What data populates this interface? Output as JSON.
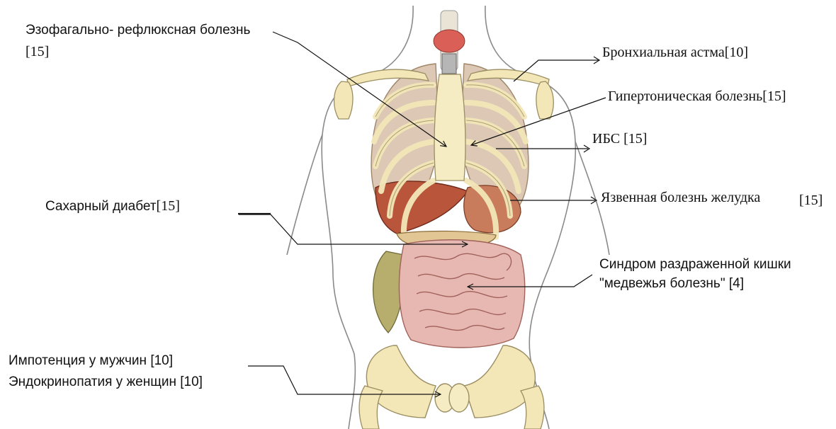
{
  "figure": {
    "labels": {
      "gerd_line1": "Эзофагально- рефлюксная болезнь",
      "gerd_line2": "[15]",
      "asthma": "Бронхиальная астма[10]",
      "hypertension": "Гипертоническая болезнь[15]",
      "ihd": "ИБС [15]",
      "ulcer_main": "Язвенная болезнь желудка",
      "ulcer_ref": "[15]",
      "diabetes_main": "Сахарный диабет",
      "diabetes_ref": "[15]",
      "ibs_line1": "Синдром раздраженной кишки",
      "ibs_line2": "\"медвежья болезнь\" [4]",
      "impotence": "Импотенция у мужчин [10]",
      "endocrinopathy": "Эндокринопатия у женщин [10]"
    },
    "colors": {
      "bone": "#f3e7b8",
      "bone_outline": "#9a8e62",
      "lung": "#dcc8b4",
      "liver": "#b8553a",
      "intestine": "#e7b8b2",
      "intestine_outline": "#a0625a",
      "colon": "#b7ad6c",
      "thyroid": "#d95f57",
      "line": "#111111"
    }
  }
}
